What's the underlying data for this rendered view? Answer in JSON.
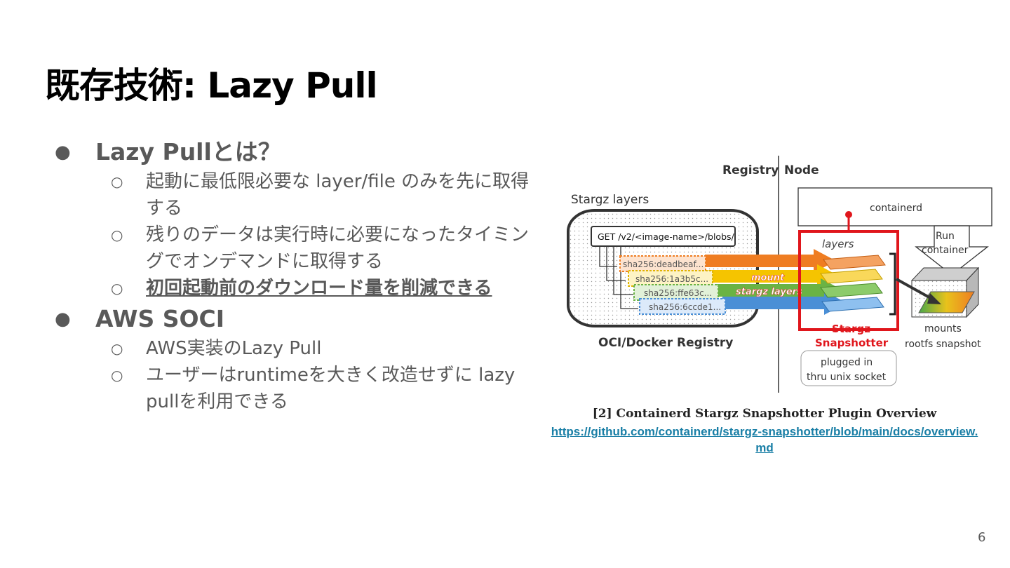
{
  "slide": {
    "title": "既存技術: Lazy Pull",
    "page_number": "6"
  },
  "bullets": {
    "b1": {
      "label": "Lazy Pullとは？",
      "sub1": "起動に最低限必要な layer/file のみを先に取得する",
      "sub2": "残りのデータは実行時に必要になったタイミングでオンデマンドに取得する",
      "sub3": "初回起動前のダウンロード量を削減できる"
    },
    "b2": {
      "label": "AWS SOCI",
      "sub1": "AWS実装のLazy Pull",
      "sub2": "ユーザーはruntimeを大きく改造せずに lazy pullを利用できる"
    }
  },
  "diagram": {
    "registry_label": "Registry",
    "node_label": "Node",
    "stargz_layers": "Stargz layers",
    "get_path": "GET /v2/<image-name>/blobs/",
    "blobs": [
      "sha256:deadbeaf...",
      "sha256:1a3b5c...",
      "sha256:ffe63c...",
      "sha256:6ccde1..."
    ],
    "mount": "mount",
    "stargz_layers_arrow": "stargz layers",
    "oci_registry": "OCI/Docker Registry",
    "containerd": "containerd",
    "layers": "layers",
    "run": "Run",
    "container": "container",
    "stargz": "Stargz",
    "snapshotter": "Snapshotter",
    "plugged_in": "plugged in",
    "unix_socket": "thru unix socket",
    "mounts": "mounts",
    "rootfs": "rootfs snapshot",
    "colors": {
      "orange": "#ef7d22",
      "yellow": "#f5c400",
      "green": "#6ab344",
      "blue": "#4a8fd6",
      "red": "#e0161c"
    }
  },
  "caption": {
    "title": "[2] Containerd Stargz Snapshotter Plugin Overview",
    "link_line1": "https://github.com/containerd/stargz-snapshotter/blob/main/docs/overview.",
    "link_line2": "md"
  }
}
